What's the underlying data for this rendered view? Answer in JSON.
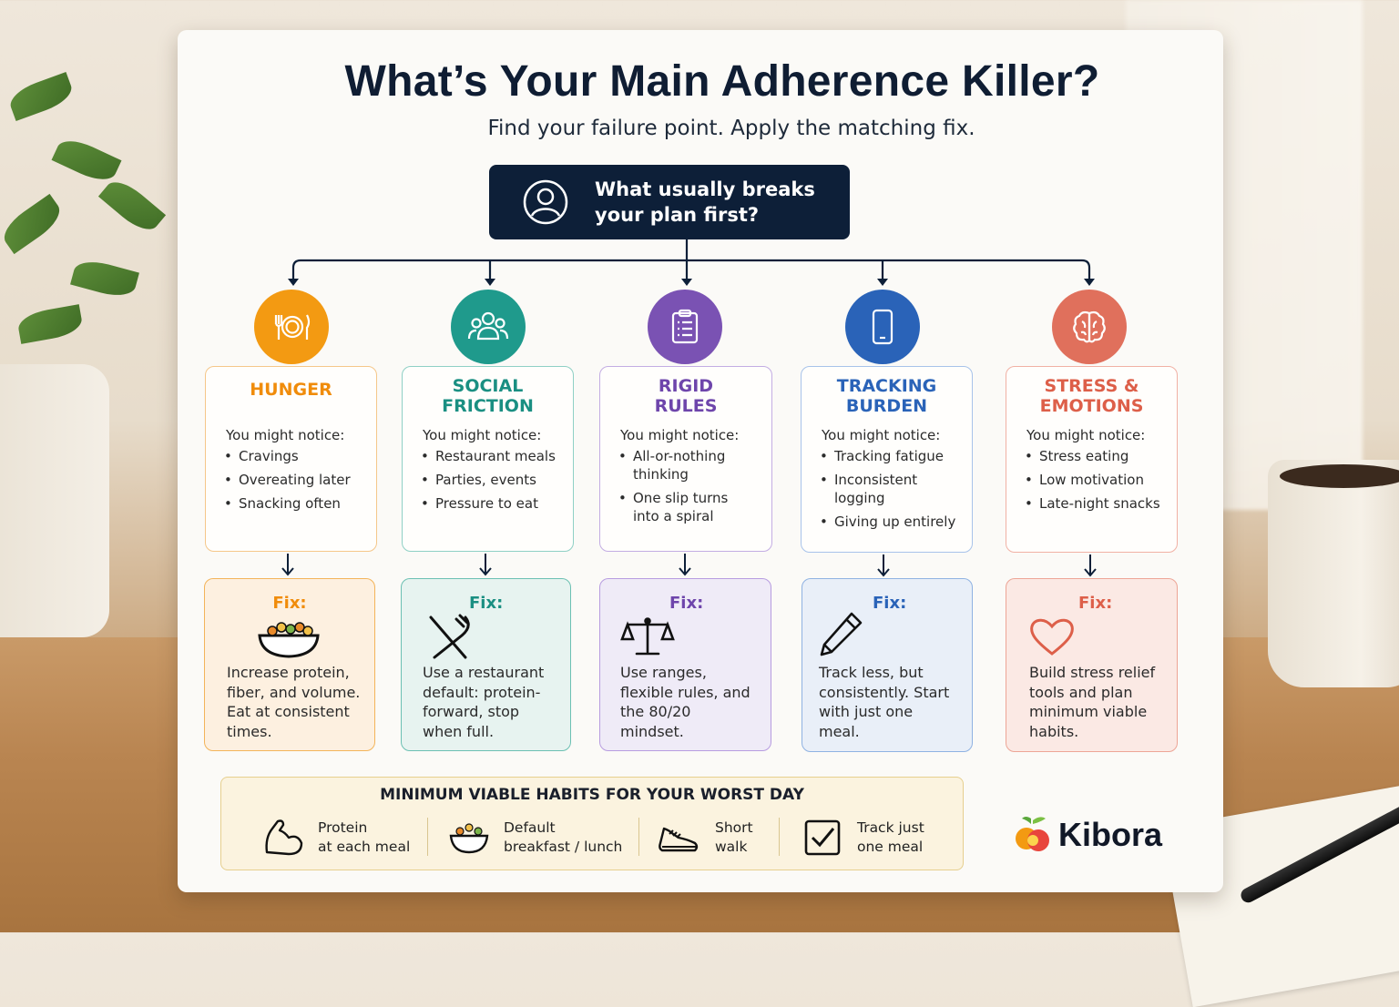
{
  "title": "What’s Your Main Adherence Killer?",
  "subtitle": "Find your failure point. Apply the matching fix.",
  "question": {
    "line1": "What usually breaks",
    "line2": "your plan first?",
    "icon": "user-circle-icon"
  },
  "colors": {
    "navy": "#0d1f38",
    "hunger": "#f39a12",
    "social": "#1f9a8c",
    "rigid": "#7a52b3",
    "tracking": "#2a63b8",
    "stress": "#e0705c"
  },
  "categories": [
    {
      "key": "hunger",
      "title1": "HUNGER",
      "title2": "",
      "notice": "You might notice:",
      "items": [
        "Cravings",
        "Overeating later",
        "Snacking often"
      ],
      "fix_label": "Fix:",
      "fix_icon": "bowl-icon",
      "fix_text": "Increase protein, fiber, and volume. Eat at consistent times."
    },
    {
      "key": "social",
      "title1": "SOCIAL",
      "title2": "FRICTION",
      "notice": "You might notice:",
      "items": [
        "Restaurant meals",
        "Parties, events",
        "Pressure to eat"
      ],
      "fix_label": "Fix:",
      "fix_icon": "fork-knife-icon",
      "fix_text": "Use a restaurant default: protein-forward, stop when full."
    },
    {
      "key": "rigid",
      "title1": "RIGID",
      "title2": "RULES",
      "notice": "You might notice:",
      "items": [
        "All-or-nothing thinking",
        "One slip turns into a spiral"
      ],
      "fix_label": "Fix:",
      "fix_icon": "scale-icon",
      "fix_text": "Use ranges, flexible rules, and the 80/20 mindset."
    },
    {
      "key": "tracking",
      "title1": "TRACKING",
      "title2": "BURDEN",
      "notice": "You might notice:",
      "items": [
        "Tracking fatigue",
        "Inconsistent logging",
        "Giving up entirely"
      ],
      "fix_label": "Fix:",
      "fix_icon": "pencil-icon",
      "fix_text": "Track less, but consistently. Start with just one meal."
    },
    {
      "key": "stress",
      "title1": "STRESS &",
      "title2": "EMOTIONS",
      "notice": "You might notice:",
      "items": [
        "Stress eating",
        "Low motivation",
        "Late-night snacks"
      ],
      "fix_label": "Fix:",
      "fix_icon": "heart-icon",
      "fix_text": "Build stress relief tools and plan minimum viable habits."
    }
  ],
  "habits": {
    "title": "MINIMUM VIABLE HABITS FOR YOUR WORST DAY",
    "items": [
      {
        "line1": "Protein",
        "line2": "at each meal",
        "icon": "flexed-arm-icon"
      },
      {
        "line1": "Default",
        "line2": "breakfast / lunch",
        "icon": "bowl-icon"
      },
      {
        "line1": "Short",
        "line2": "walk",
        "icon": "sneaker-icon"
      },
      {
        "line1": "Track just",
        "line2": "one meal",
        "icon": "checkbox-icon"
      }
    ]
  },
  "brand": {
    "name": "Kibora",
    "icon": "fruit-logo-icon"
  }
}
